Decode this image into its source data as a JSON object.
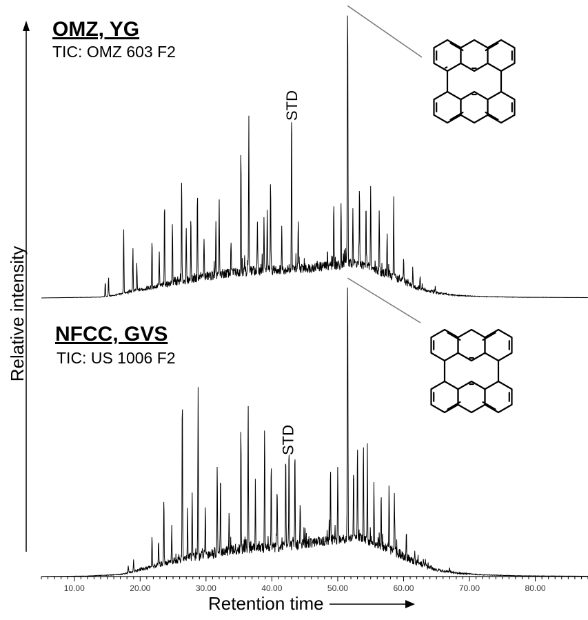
{
  "figure": {
    "y_axis_label": "Relative intensity",
    "x_axis_label": "Retention time"
  },
  "chart_data": [
    {
      "type": "line",
      "title": "OMZ, YG",
      "subtitle": "TIC: OMZ 603 F2",
      "xlabel": "Retention time",
      "ylabel": "Relative intensity",
      "xlim": [
        5,
        88
      ],
      "ylim": [
        0,
        1
      ],
      "annotation": "STD",
      "annotation_x": 43.0,
      "structure": "perylene-structure",
      "labeled_peak_x": 51.5,
      "baseline": [
        [
          5,
          0
        ],
        [
          14,
          0.005
        ],
        [
          16,
          0.015
        ],
        [
          20,
          0.05
        ],
        [
          25,
          0.09
        ],
        [
          30,
          0.13
        ],
        [
          35,
          0.16
        ],
        [
          40,
          0.17
        ],
        [
          45,
          0.18
        ],
        [
          50,
          0.2
        ],
        [
          53,
          0.21
        ],
        [
          56,
          0.17
        ],
        [
          59,
          0.12
        ],
        [
          62,
          0.06
        ],
        [
          65,
          0.03
        ],
        [
          68,
          0.015
        ],
        [
          72,
          0.008
        ],
        [
          78,
          0.004
        ],
        [
          88,
          0.002
        ]
      ],
      "peaks": [
        [
          14.7,
          0.09
        ],
        [
          15.2,
          0.12
        ],
        [
          17.5,
          0.4
        ],
        [
          18.9,
          0.27
        ],
        [
          19.5,
          0.15
        ],
        [
          21.8,
          0.3
        ],
        [
          22.9,
          0.2
        ],
        [
          23.7,
          0.52
        ],
        [
          24.9,
          0.38
        ],
        [
          26.3,
          0.63
        ],
        [
          27.0,
          0.3
        ],
        [
          27.7,
          0.42
        ],
        [
          28.7,
          0.55
        ],
        [
          29.7,
          0.25
        ],
        [
          31.5,
          0.3
        ],
        [
          32.0,
          0.43
        ],
        [
          33.8,
          0.2
        ],
        [
          35.3,
          0.77
        ],
        [
          36.5,
          0.95
        ],
        [
          37.8,
          0.28
        ],
        [
          38.8,
          0.32
        ],
        [
          39.3,
          0.4
        ],
        [
          39.8,
          0.55
        ],
        [
          41.5,
          0.25
        ],
        [
          43.0,
          0.99
        ],
        [
          44.0,
          0.28
        ],
        [
          49.4,
          0.37
        ],
        [
          50.5,
          0.4
        ],
        [
          51.5,
          1.56
        ],
        [
          52.3,
          0.35
        ],
        [
          53.3,
          0.45
        ],
        [
          54.3,
          0.38
        ],
        [
          55.0,
          0.49
        ],
        [
          56.3,
          0.35
        ],
        [
          57.5,
          0.26
        ],
        [
          58.5,
          0.48
        ],
        [
          60.0,
          0.15
        ],
        [
          61.4,
          0.11
        ],
        [
          62.5,
          0.07
        ],
        [
          64.8,
          0.04
        ]
      ]
    },
    {
      "type": "line",
      "title": "NFCC, GVS",
      "subtitle": "TIC: US 1006 F2",
      "xlabel": "Retention time",
      "ylabel": "Relative intensity",
      "xlim": [
        5,
        88
      ],
      "ylim": [
        0,
        1
      ],
      "annotation": "STD",
      "annotation_x": 42.4,
      "structure": "perylene-structure",
      "labeled_peak_x": 51.5,
      "x_ticks": [
        10,
        20,
        30,
        40,
        50,
        60,
        70,
        80
      ],
      "x_tick_labels": [
        "10.00",
        "20.00",
        "30.00",
        "40.00",
        "50.00",
        "60.00",
        "70.00",
        "80.00"
      ],
      "baseline": [
        [
          5,
          0
        ],
        [
          12,
          0.003
        ],
        [
          17,
          0.012
        ],
        [
          19,
          0.03
        ],
        [
          22,
          0.06
        ],
        [
          26,
          0.1
        ],
        [
          30,
          0.13
        ],
        [
          35,
          0.16
        ],
        [
          40,
          0.17
        ],
        [
          45,
          0.19
        ],
        [
          50,
          0.22
        ],
        [
          53,
          0.23
        ],
        [
          56,
          0.19
        ],
        [
          59,
          0.14
        ],
        [
          62,
          0.08
        ],
        [
          65,
          0.04
        ],
        [
          68,
          0.02
        ],
        [
          72,
          0.01
        ],
        [
          78,
          0.004
        ],
        [
          88,
          0.002
        ]
      ],
      "peaks": [
        [
          18.2,
          0.04
        ],
        [
          19.0,
          0.07
        ],
        [
          21.8,
          0.18
        ],
        [
          22.8,
          0.15
        ],
        [
          23.6,
          0.4
        ],
        [
          24.8,
          0.22
        ],
        [
          26.4,
          1.0
        ],
        [
          27.2,
          0.3
        ],
        [
          27.9,
          0.4
        ],
        [
          28.8,
          0.98
        ],
        [
          29.9,
          0.28
        ],
        [
          31.7,
          0.52
        ],
        [
          32.2,
          0.47
        ],
        [
          33.5,
          0.22
        ],
        [
          35.3,
          0.76
        ],
        [
          36.4,
          0.88
        ],
        [
          37.5,
          0.4
        ],
        [
          38.9,
          0.73
        ],
        [
          39.9,
          0.52
        ],
        [
          40.8,
          0.35
        ],
        [
          42.1,
          0.52
        ],
        [
          42.6,
          0.63
        ],
        [
          43.5,
          0.56
        ],
        [
          44.3,
          0.25
        ],
        [
          48.9,
          0.43
        ],
        [
          50.0,
          0.4
        ],
        [
          51.5,
          1.52
        ],
        [
          52.4,
          0.42
        ],
        [
          53.0,
          0.58
        ],
        [
          53.9,
          0.55
        ],
        [
          54.5,
          0.46
        ],
        [
          55.5,
          0.35
        ],
        [
          56.6,
          0.3
        ],
        [
          57.8,
          0.39
        ],
        [
          58.6,
          0.33
        ],
        [
          60.4,
          0.12
        ],
        [
          61.7,
          0.08
        ],
        [
          63.0,
          0.04
        ],
        [
          67.0,
          0.02
        ]
      ]
    }
  ]
}
